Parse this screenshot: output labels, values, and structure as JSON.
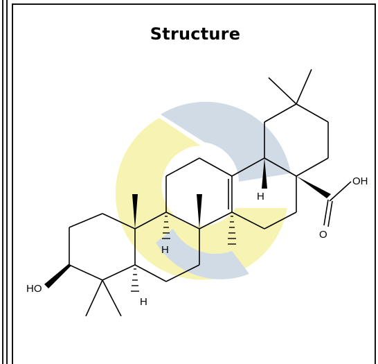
{
  "panel": {
    "title": "Structure"
  },
  "molecule": {
    "labels": {
      "hydroxyl": "HO",
      "carboxyl_oh": "OH",
      "carbonyl_o": "O",
      "h_upper": "H",
      "h_middle": "H",
      "h_lower": "H"
    }
  },
  "watermark": {
    "colors": [
      "#f6f3a6",
      "#c9d5e1"
    ]
  }
}
